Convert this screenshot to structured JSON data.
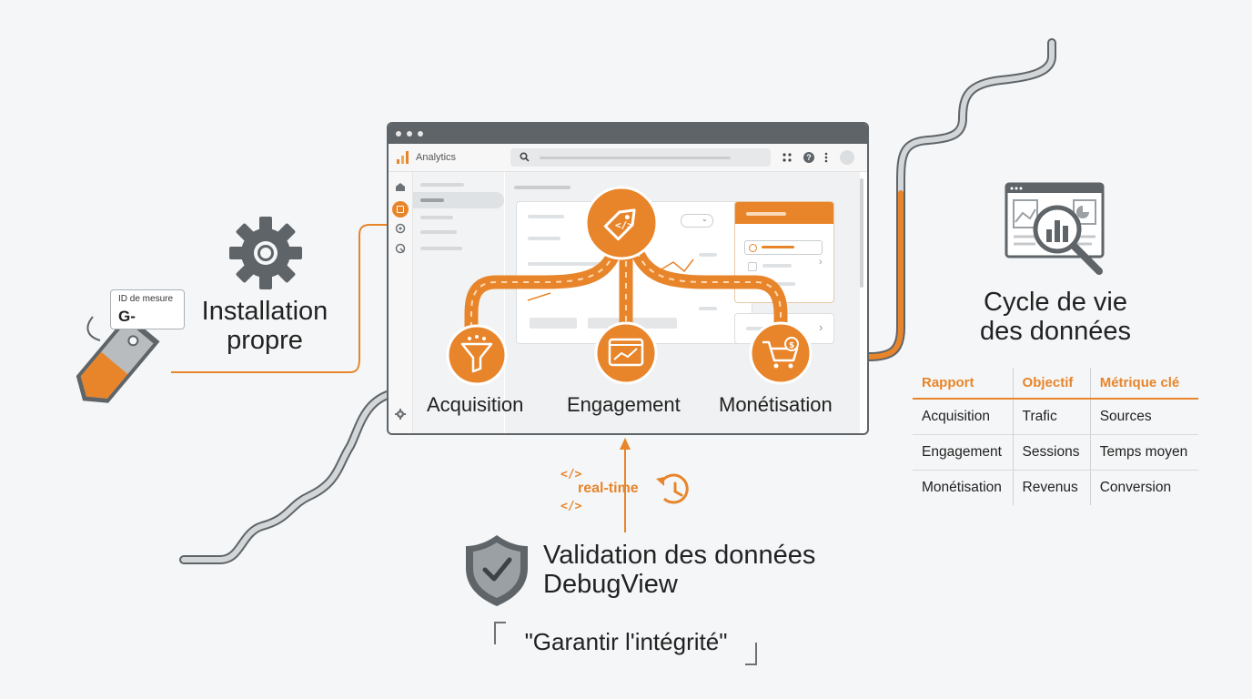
{
  "installation": {
    "title_line1": "Installation",
    "title_line2": "propre"
  },
  "tag_card": {
    "label": "ID de mesure",
    "value": "G-"
  },
  "analytics_window": {
    "app_name": "Analytics",
    "help": "?"
  },
  "flow": {
    "acquisition": "Acquisition",
    "engagement": "Engagement",
    "monetisation": "Monétisation"
  },
  "realtime": {
    "label": "real-time",
    "code": "</>"
  },
  "validation": {
    "line1": "Validation des données",
    "line2": "DebugView"
  },
  "quote": "\"Garantir l'intégrité\"",
  "lifecycle": {
    "line1": "Cycle de vie",
    "line2": "des données"
  },
  "table": {
    "headers": [
      "Rapport",
      "Objectif",
      "Métrique clé"
    ],
    "rows": [
      [
        "Acquisition",
        "Trafic",
        "Sources"
      ],
      [
        "Engagement",
        "Sessions",
        "Temps moyen"
      ],
      [
        "Monétisation",
        "Revenus",
        "Conversion"
      ]
    ]
  },
  "colors": {
    "accent": "#e8852b",
    "dark": "#5e6468",
    "track": "#b9bec2"
  }
}
